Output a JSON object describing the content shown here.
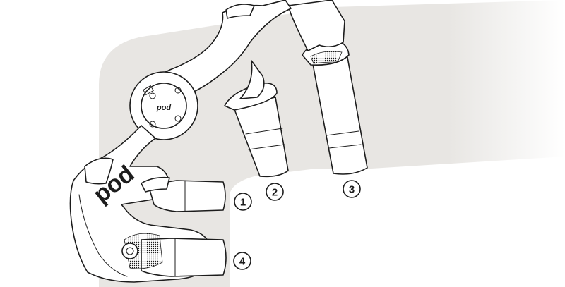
{
  "brand": {
    "logo_text": "pod"
  },
  "colors": {
    "backdrop": "#e8e6e3",
    "line": "#1c1c1c",
    "fill": "#ffffff"
  },
  "callouts": [
    {
      "id": "1",
      "label": "1"
    },
    {
      "id": "2",
      "label": "2"
    },
    {
      "id": "3",
      "label": "3"
    },
    {
      "id": "4",
      "label": "4"
    }
  ]
}
